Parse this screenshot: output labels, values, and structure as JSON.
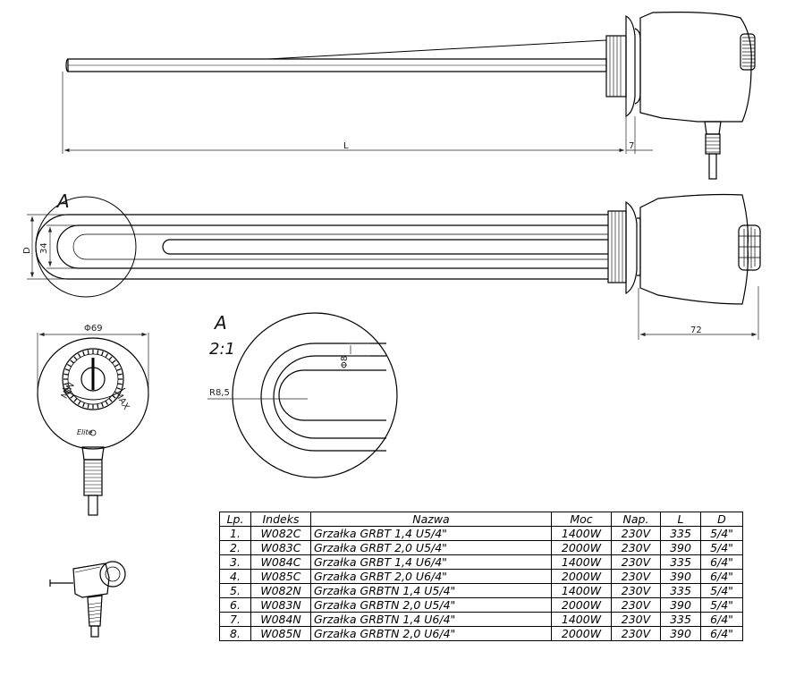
{
  "labels": {
    "dim_L": "L",
    "dim_7": "7",
    "dim_D": "D",
    "dim_34": "34",
    "dim_72": "72",
    "dim_phi69": "Φ69",
    "detail_A": "A",
    "detail_A2": "A",
    "detail_scale": "2:1",
    "dim_R85": "R8,5",
    "dim_phi8": "Φ8",
    "knob_min": "MIN",
    "knob_max": "MAX",
    "brand": "Elite"
  },
  "table": {
    "headers": [
      "Lp.",
      "Indeks",
      "Nazwa",
      "Moc",
      "Nap.",
      "L",
      "D"
    ],
    "rows": [
      [
        "1.",
        "W082C",
        "Grzałka GRBT 1,4 U5/4\"",
        "1400W",
        "230V",
        "335",
        "5/4\""
      ],
      [
        "2.",
        "W083C",
        "Grzałka GRBT 2,0 U5/4\"",
        "2000W",
        "230V",
        "390",
        "5/4\""
      ],
      [
        "3.",
        "W084C",
        "Grzałka GRBT 1,4 U6/4\"",
        "1400W",
        "230V",
        "335",
        "6/4\""
      ],
      [
        "4.",
        "W085C",
        "Grzałka GRBT 2,0 U6/4\"",
        "2000W",
        "230V",
        "390",
        "6/4\""
      ],
      [
        "5.",
        "W082N",
        "Grzałka GRBTN 1,4 U5/4\"",
        "1400W",
        "230V",
        "335",
        "5/4\""
      ],
      [
        "6.",
        "W083N",
        "Grzałka GRBTN 2,0 U5/4\"",
        "2000W",
        "230V",
        "390",
        "5/4\""
      ],
      [
        "7.",
        "W084N",
        "Grzałka GRBTN 1,4 U6/4\"",
        "1400W",
        "230V",
        "335",
        "6/4\""
      ],
      [
        "8.",
        "W085N",
        "Grzałka GRBTN 2,0 U6/4\"",
        "2000W",
        "230V",
        "390",
        "6/4\""
      ]
    ]
  }
}
